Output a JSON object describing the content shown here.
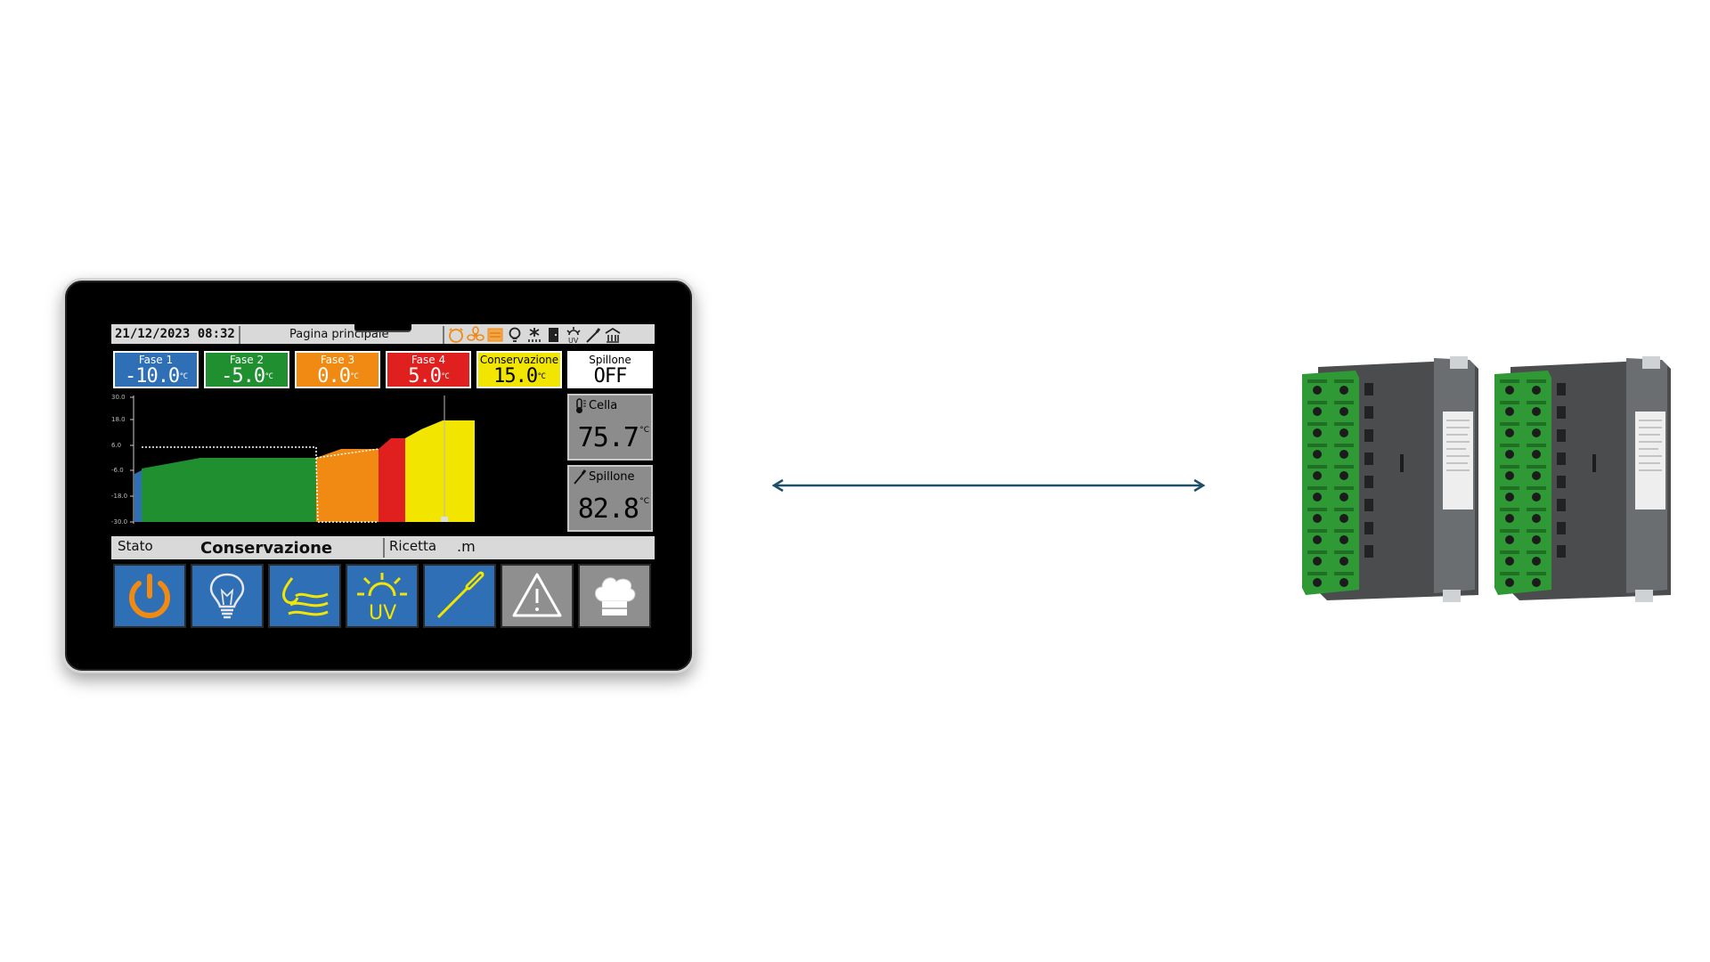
{
  "status_bar": {
    "datetime": "21/12/2023 08:32",
    "page_title": "Pagina principale",
    "icons": [
      "timer-icon",
      "fan-icon",
      "heater-icon",
      "light-icon",
      "defrost-icon",
      "door-icon",
      "uv-icon",
      "probe-icon",
      "humidity-icon"
    ]
  },
  "phases": [
    {
      "label": "Fase 1",
      "value": "-10.0",
      "unit": "°C",
      "bg": "#2e6fb6",
      "fg": "#ffffff"
    },
    {
      "label": "Fase 2",
      "value": "-5.0",
      "unit": "°C",
      "bg": "#1f8f2f",
      "fg": "#ffffff"
    },
    {
      "label": "Fase 3",
      "value": "0.0",
      "unit": "°C",
      "bg": "#f08a12",
      "fg": "#ffffff"
    },
    {
      "label": "Fase 4",
      "value": "5.0",
      "unit": "°C",
      "bg": "#e01f1f",
      "fg": "#ffffff"
    },
    {
      "label": "Conservazione",
      "value": "15.0",
      "unit": "°C",
      "bg": "#f2e600",
      "fg": "#000000"
    },
    {
      "label": "Spillone",
      "value": "OFF",
      "unit": "",
      "bg": "#ffffff",
      "fg": "#000000"
    }
  ],
  "chart": {
    "y_ticks": [
      "30.0",
      "18.0",
      "6.0",
      "-6.0",
      "-18.0",
      "-30.0"
    ],
    "colors": {
      "fase1": "#2e6fb6",
      "fase2": "#1f8f2f",
      "fase3": "#f08a12",
      "fase4": "#e01f1f",
      "conservazione": "#f2e600"
    }
  },
  "readings": {
    "cella": {
      "label": "Cella",
      "value": "75.7",
      "unit": "°C"
    },
    "spillone": {
      "label": "Spillone",
      "value": "82.8",
      "unit": "°C"
    }
  },
  "state_bar": {
    "stato_label": "Stato",
    "stato_value": "Conservazione",
    "ricetta_label": "Ricetta",
    "ricetta_value": ".m"
  },
  "buttons": [
    "power-button",
    "light-button",
    "humidity-button",
    "uv-button",
    "probe-button",
    "alarm-button",
    "recipe-button"
  ],
  "uv_text": "UV"
}
